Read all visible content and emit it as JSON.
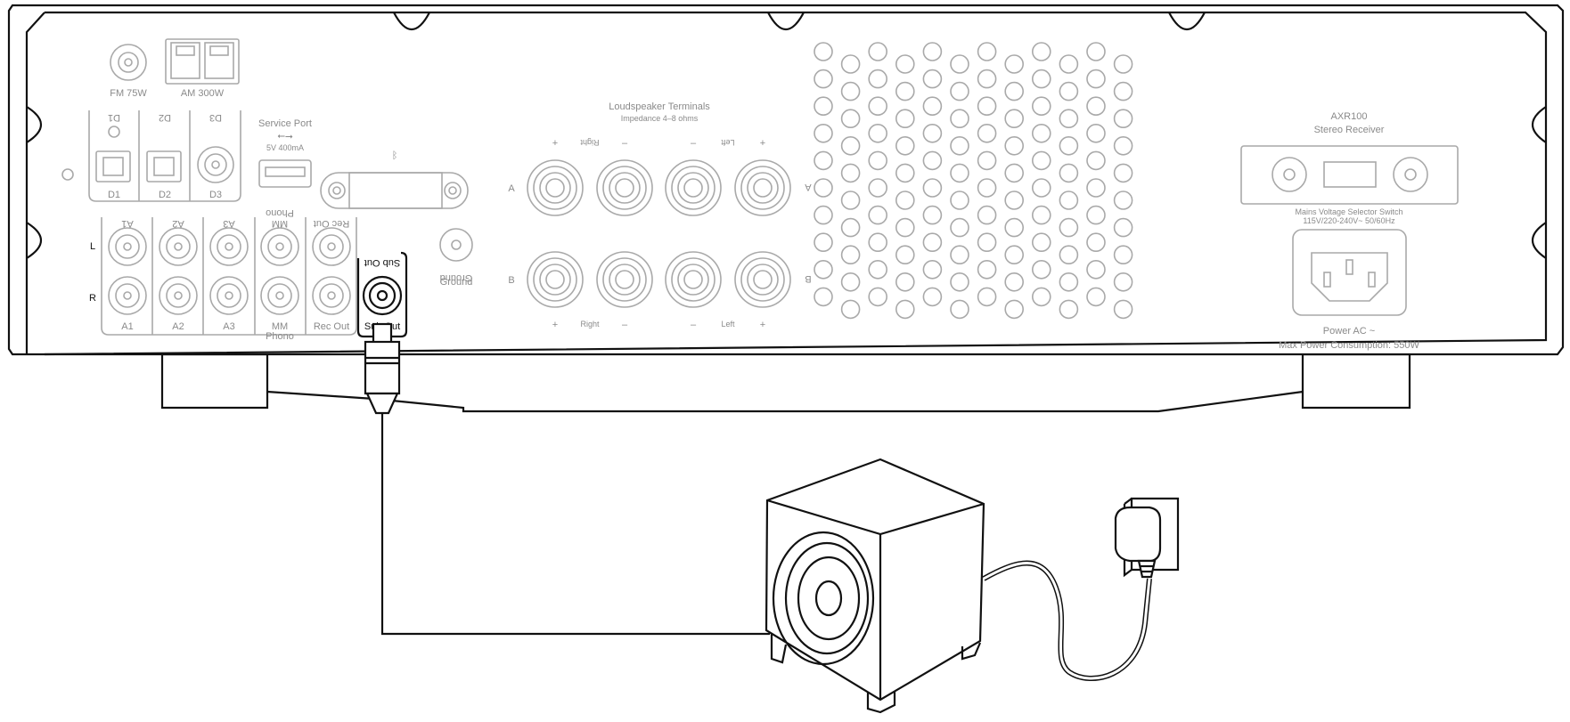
{
  "receiver": {
    "model": "AXR100",
    "type": "Stereo Receiver",
    "antenna_fm": "FM 75W",
    "antenna_am": "AM 300W",
    "digital_top": [
      "D1",
      "D2",
      "D3"
    ],
    "digital_bottom": [
      "D1",
      "D2",
      "D3"
    ],
    "service_port": "Service Port",
    "service_power": "5V 400mA",
    "bluetooth_symbol": "ᛒ",
    "analog_top": [
      "A1",
      "A2",
      "A3",
      "MM",
      "Rec Out"
    ],
    "analog_top_sub": "Phono",
    "analog_bottom": [
      "A1",
      "A2",
      "A3",
      "MM",
      "Rec Out"
    ],
    "analog_bottom_sub": "Phono",
    "channel_left": "L",
    "channel_right": "R",
    "sub_out_top": "Sub Out",
    "sub_out_bottom": "Sub Out",
    "ground_top": "Ground",
    "ground_bottom": "Ground",
    "speaker_title": "Loudspeaker Terminals",
    "speaker_impedance": "Impedance 4–8 ohms",
    "speaker_right": "Right",
    "speaker_left": "Left",
    "plus": "+",
    "minus": "–",
    "row_a": "A",
    "row_b": "B",
    "voltage_title": "Mains Voltage Selector Switch",
    "voltage_values": "115V/220-240V~ 50/60Hz",
    "power_label": "Power AC ~",
    "max_power": "Max Power Consumption: 550W"
  },
  "colors": {
    "outline": "#111111",
    "panel_markings": "#a9a9a9",
    "text_gray": "#8a8a8a"
  }
}
